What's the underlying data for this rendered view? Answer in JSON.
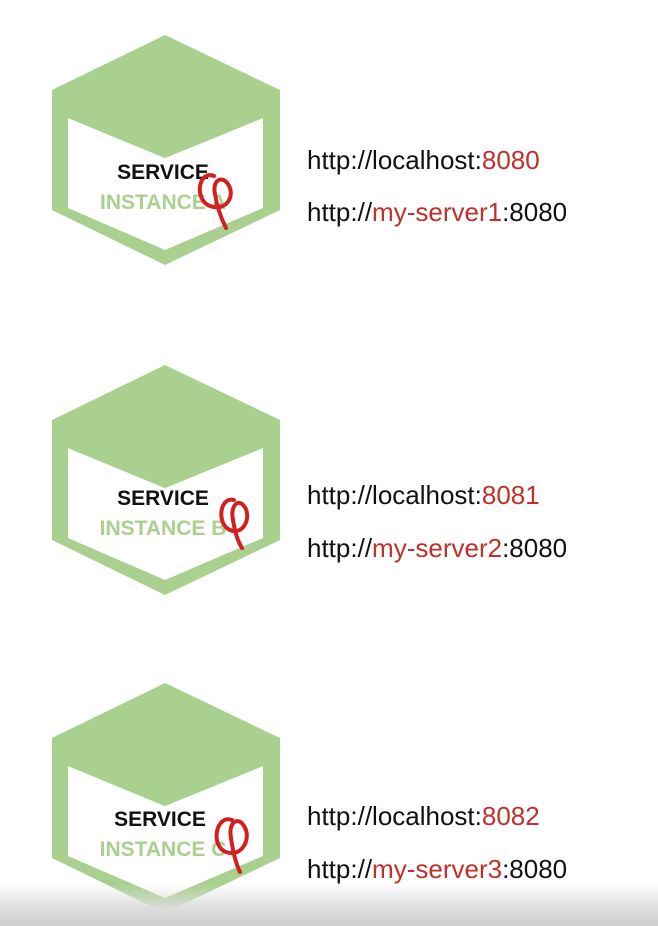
{
  "colors": {
    "hex_fill": "#a9d08e",
    "hex_inner": "#ffffff",
    "instance_text": "#a9d08e",
    "highlight": "#c0312c",
    "text": "#111111"
  },
  "services": [
    {
      "title": "SERVICE",
      "instance": "INSTANCE A",
      "urls": [
        {
          "prefix": "http://localhost:",
          "highlight": "8080",
          "suffix": ""
        },
        {
          "prefix": "http://",
          "highlight": "my-server1",
          "suffix": ":8080"
        }
      ]
    },
    {
      "title": "SERVICE",
      "instance": "INSTANCE B",
      "urls": [
        {
          "prefix": "http://localhost:",
          "highlight": "8081",
          "suffix": ""
        },
        {
          "prefix": "http://",
          "highlight": "my-server2",
          "suffix": ":8080"
        }
      ]
    },
    {
      "title": "SERVICE",
      "instance": "INSTANCE C",
      "urls": [
        {
          "prefix": "http://localhost:",
          "highlight": "8082",
          "suffix": ""
        },
        {
          "prefix": "http://",
          "highlight": "my-server3",
          "suffix": ":8080"
        }
      ]
    }
  ]
}
